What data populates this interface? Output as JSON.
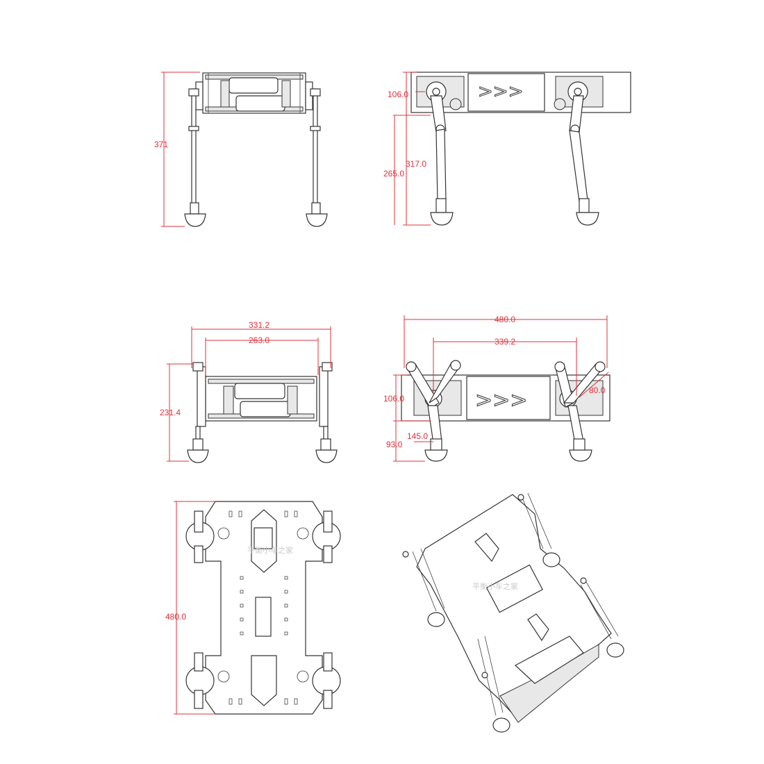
{
  "views": {
    "front_side": {
      "height": "371"
    },
    "side_top": {
      "body_height": "106.0",
      "total_height": "317.0",
      "leg_height": "265.0"
    },
    "front_stance": {
      "outer_width": "331.2",
      "inner_width": "263.0",
      "height": "231.4"
    },
    "side_stance": {
      "overall_length": "480.0",
      "hip_spacing": "339.2",
      "body_height": "106.0",
      "leg_reach": "145.0",
      "foot_height": "93.0",
      "joint_label": "80.0"
    },
    "plate_top": {
      "length": "480.0",
      "watermark": "平衡小车之家"
    },
    "isometric": {
      "watermark": "平衡小车之家"
    }
  },
  "colors": {
    "dimension": "#e0303a",
    "outline": "#333333"
  }
}
